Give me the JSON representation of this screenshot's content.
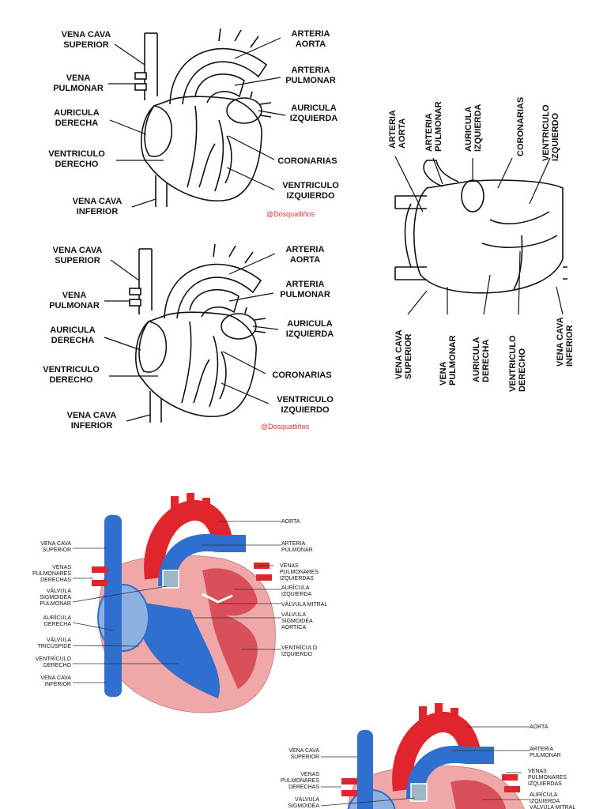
{
  "bw_labels": {
    "vena_cava_superior": [
      "VENA CAVA",
      "SUPERIOR"
    ],
    "vena_pulmonar": [
      "VENA",
      "PULMONAR"
    ],
    "auricula_derecha": [
      "AURICULA",
      "DERECHA"
    ],
    "ventriculo_derecho": [
      "VENTRICULO",
      "DERECHO"
    ],
    "vena_cava_inferior": [
      "VENA CAVA",
      "INFERIOR"
    ],
    "arteria_aorta": [
      "ARTERIA",
      "AORTA"
    ],
    "arteria_pulmonar": [
      "ARTERIA",
      "PULMONAR"
    ],
    "auricula_izquierda": [
      "AURICULA",
      "IZQUIERDA"
    ],
    "coronarias": "CORONARIAS",
    "ventriculo_izquierdo": [
      "VENTRICULO",
      "IZQUIERDO"
    ],
    "watermark": "@Dosquatliños"
  },
  "color_labels": {
    "aorta": "AORTA",
    "arteria_pulmonar": [
      "ARTERIA",
      "PULMONAR"
    ],
    "venas_pulmonares_izquierdas": [
      "VENAS",
      "PULMONARES",
      "IZQUIERDAS"
    ],
    "auricula_izquierda": [
      "AURÍCULA",
      "IZQUIERDA"
    ],
    "valvula_mitral": "VÁLVULA MITRAL",
    "valvula_sigmoidea_aortica": [
      "VÁLVULA",
      "SIGMOIDEA",
      "AÓRTICA"
    ],
    "ventriculo_izquierdo": [
      "VENTRÍCULO",
      "IZQUIERDO"
    ],
    "vena_cava_superior": [
      "VENA CAVA",
      "SUPERIOR"
    ],
    "venas_pulmonares_derechas": [
      "VENAS",
      "PULMONARES",
      "DERECHAS"
    ],
    "valvula_sigmoidea_pulmonar": [
      "VÁLVULA",
      "SIGMOIDEA",
      "PULMONAR"
    ],
    "auricula_derecha": [
      "AURÍCULA",
      "DERECHA"
    ],
    "valvula_tricuspide": [
      "VÁLVULA",
      "TRICÚSPIDE"
    ],
    "ventriculo_derecho": [
      "VENTRÍCULO",
      "DERECHO"
    ],
    "vena_cava_inferior": [
      "VENA CAVA",
      "INFERIOR"
    ]
  },
  "colors": {
    "artery_red": "#e0252c",
    "vein_blue": "#2f6fd0",
    "atrium_blue": "#8cb0e0",
    "muscle_pink": "#f0a7a8",
    "chamber_red": "#d9505a",
    "valve_gray": "#9bb8c4"
  }
}
